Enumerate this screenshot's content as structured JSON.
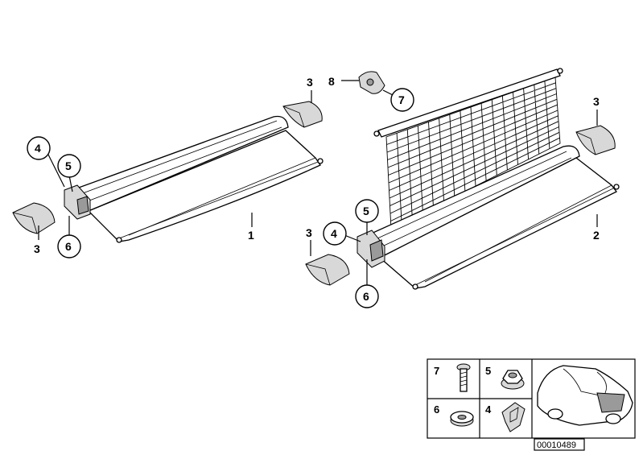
{
  "diagram": {
    "part_labels": {
      "left_cover": "1",
      "right_cover_with_net": "2",
      "end_cap_left_top": "3",
      "end_cap_left_bottom": "3",
      "end_cap_right_top": "3",
      "end_cap_right_bottom": "3",
      "bracket_left": "4",
      "bracket_right": "4",
      "nut_left": "5",
      "nut_right": "5",
      "washer_left": "6",
      "washer_right": "6",
      "screw": "7",
      "clip": "8"
    },
    "legend": {
      "cell_7": "7",
      "cell_5": "5",
      "cell_6": "6",
      "cell_4": "4"
    },
    "reference_number": "00010489"
  }
}
